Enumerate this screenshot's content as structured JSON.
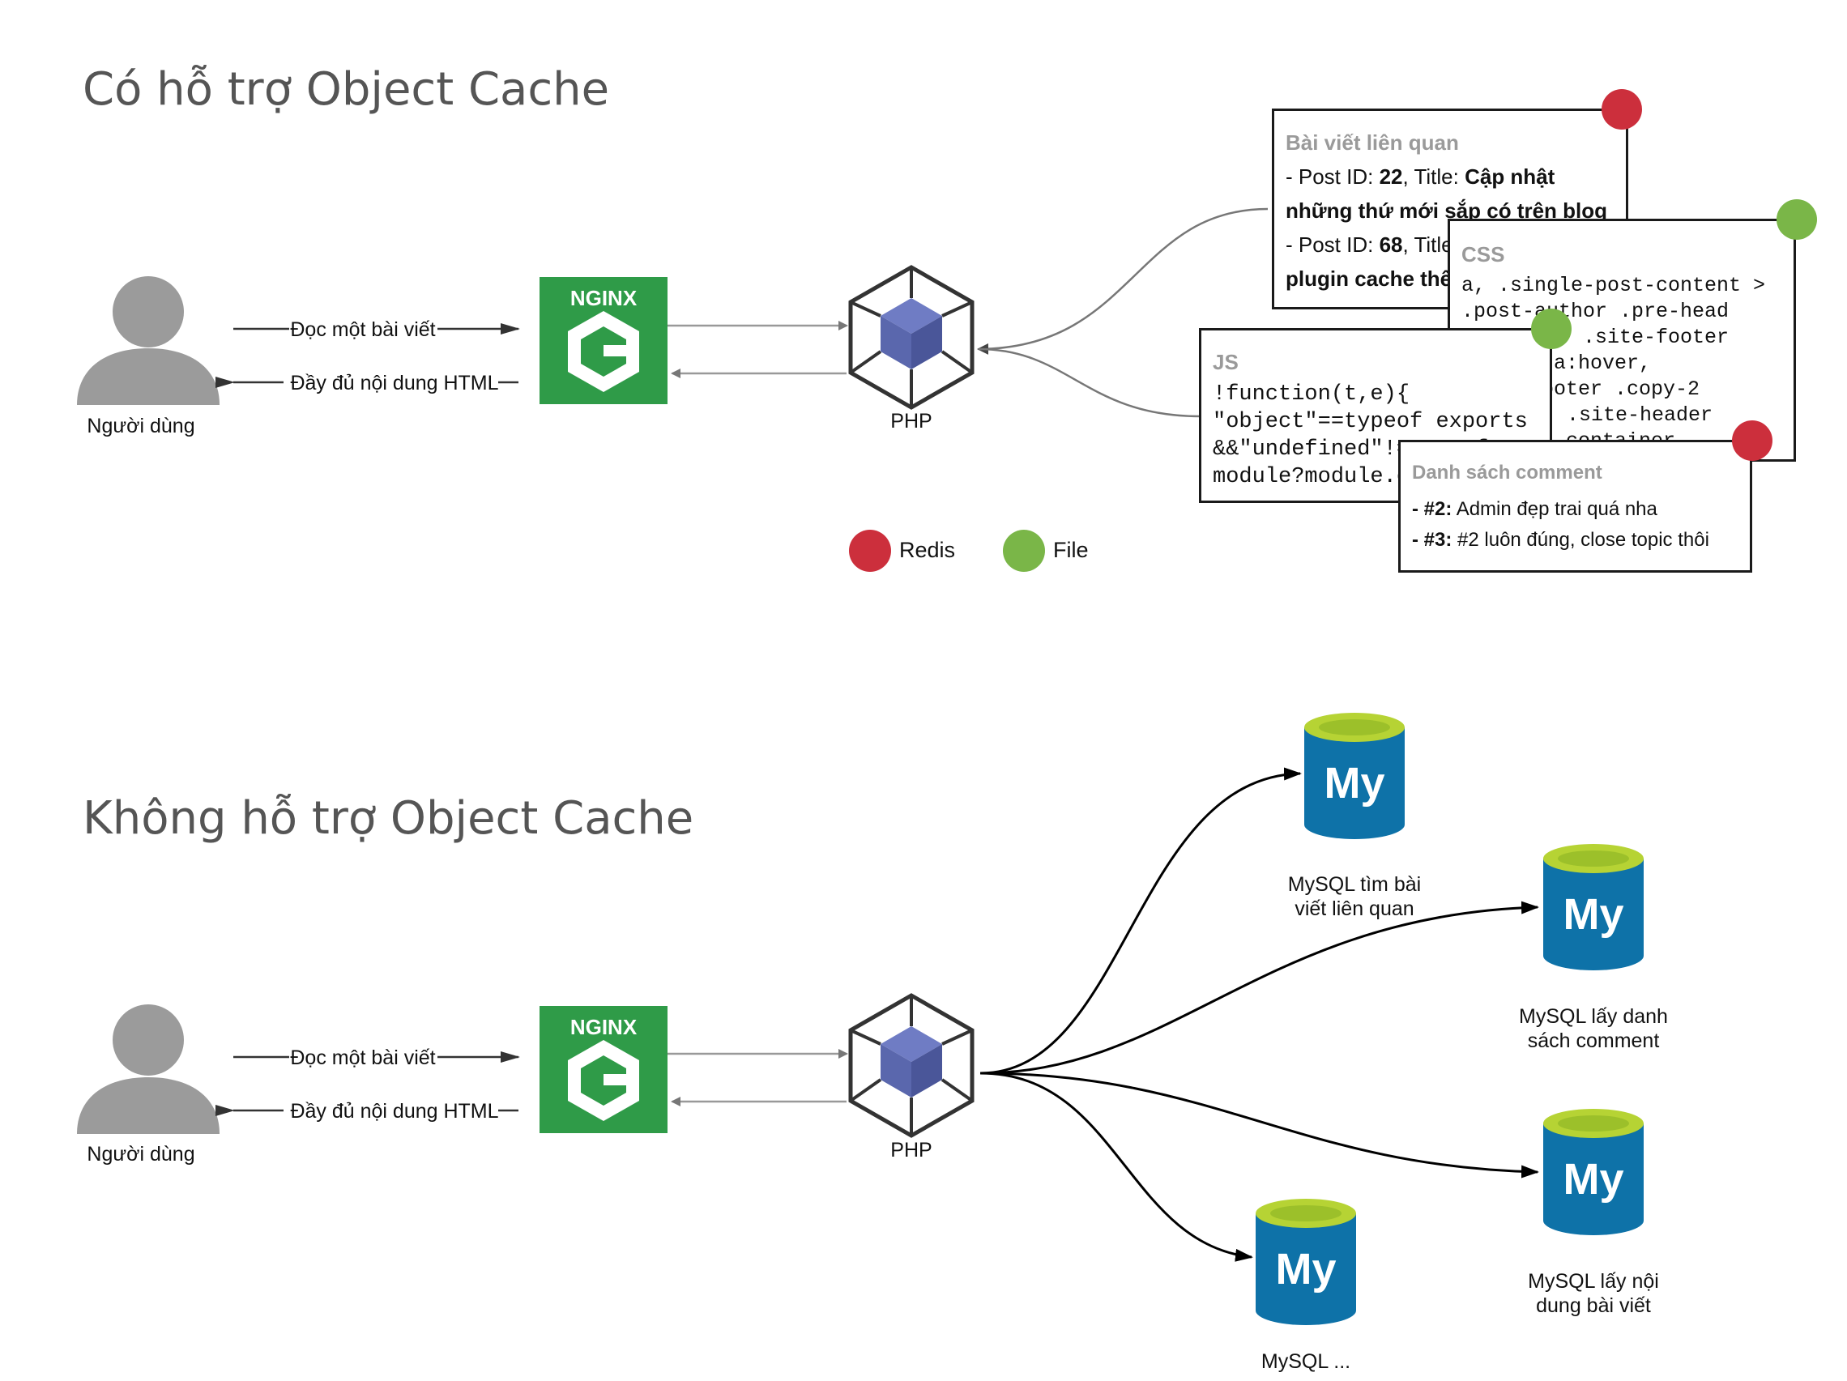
{
  "sections": {
    "with_cache_title": "Có hỗ trợ Object Cache",
    "without_cache_title": "Không hỗ trợ Object Cache"
  },
  "nodes": {
    "user_label": "Người dùng",
    "nginx_label": "NGINX",
    "php_label": "PHP",
    "mysql_logo_text": "My"
  },
  "flows": {
    "request_label": "Đọc một bài viết",
    "response_label": "Đầy đủ nội dung HTML"
  },
  "cache_cards": {
    "related": {
      "title": "Bài viết liên quan",
      "l1_pre": "- Post ID: ",
      "l1_id": "22",
      "l1_mid": ", Title: ",
      "l1_bold": "Cập nhật",
      "l2_bold": "những thứ mới sắp có trên blog",
      "l3_pre": "- Post ID: ",
      "l3_id": "68",
      "l3_mid": ", Title: ",
      "l4_bold": "plugin cache thế"
    },
    "css": {
      "title": "CSS",
      "lines": [
        "a, .single-post-content >",
        ".post-author .pre-head",
        ".site-footer",
        "a:hover,",
        "footer .copy-2",
        ".site-header",
        ".container"
      ]
    },
    "js": {
      "title": "JS",
      "lines": [
        "!function(t,e){",
        "\"object\"==typeof exports",
        "&&\"undefined\"!=typeof",
        "module?module.exports"
      ]
    },
    "comments": {
      "title": "Danh sách comment",
      "c1_id": "- #2:",
      "c1_text": " Admin đẹp trai quá nha",
      "c2_id": "- #3:",
      "c2_text": " #2 luôn đúng, close topic thôi"
    }
  },
  "legend": {
    "redis_label": "Redis",
    "file_label": "File",
    "redis_color": "#cc2f3c",
    "file_color": "#7ab648"
  },
  "mysql_queries": {
    "q1": [
      "MySQL tìm bài",
      "viết liên quan"
    ],
    "q2": [
      "MySQL lấy danh",
      "sách comment"
    ],
    "q3": [
      "MySQL lấy nội",
      "dung bài viết"
    ],
    "q4": [
      "MySQL ..."
    ]
  },
  "colors": {
    "nginx_green": "#2f9b48",
    "php_cube": "#5a67ad",
    "mysql_blue": "#0e72a8",
    "mysql_top": "#b6d334",
    "user_gray": "#9b9b9b"
  }
}
